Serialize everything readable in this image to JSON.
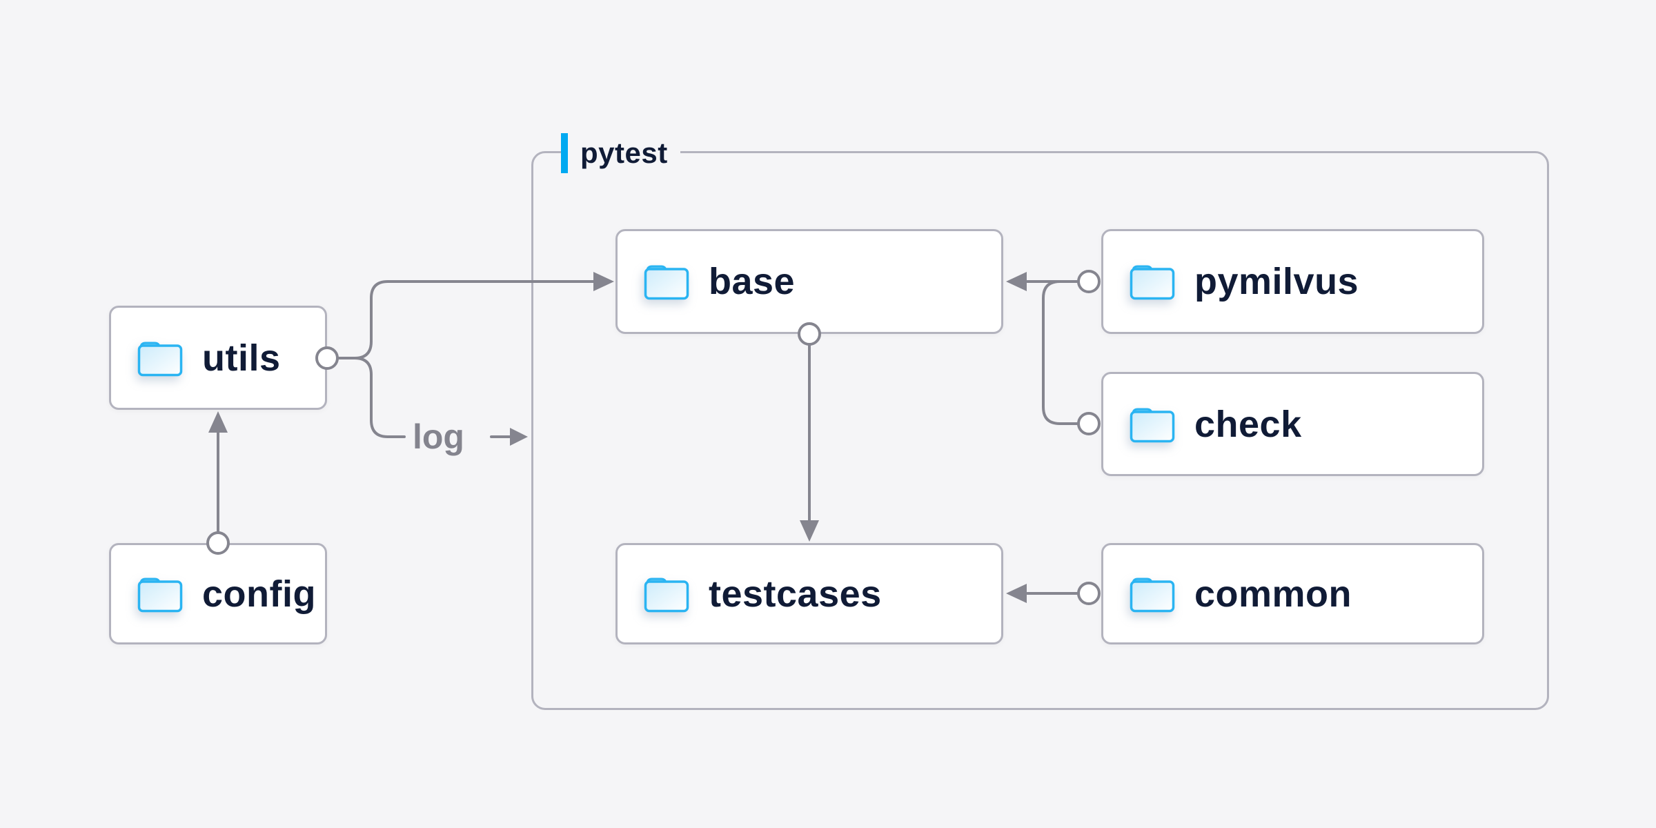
{
  "diagram": {
    "title_group": {
      "label": "pytest"
    },
    "nodes": [
      {
        "id": "utils",
        "label": "utils"
      },
      {
        "id": "config",
        "label": "config"
      },
      {
        "id": "base",
        "label": "base"
      },
      {
        "id": "pymilvus",
        "label": "pymilvus"
      },
      {
        "id": "check",
        "label": "check"
      },
      {
        "id": "testcases",
        "label": "testcases"
      },
      {
        "id": "common",
        "label": "common"
      }
    ],
    "labels": {
      "log": "log"
    },
    "edges": [
      {
        "from": "config",
        "to": "utils",
        "marker_from": "circle",
        "marker_to": "arrow"
      },
      {
        "from": "utils",
        "to": "base",
        "marker_from": "circle",
        "marker_to": "arrow"
      },
      {
        "from": "utils",
        "to": "log",
        "marker_from": "circle",
        "marker_to": "arrow",
        "note": "log output toward pytest group"
      },
      {
        "from": "pymilvus",
        "to": "base",
        "marker_from": "circle",
        "marker_to": "arrow"
      },
      {
        "from": "check",
        "to": "base",
        "marker_from": "circle",
        "marker_to": "arrow"
      },
      {
        "from": "base",
        "to": "testcases",
        "marker_from": "circle",
        "marker_to": "arrow"
      },
      {
        "from": "common",
        "to": "testcases",
        "marker_from": "circle",
        "marker_to": "arrow"
      }
    ],
    "colors": {
      "background": "#f5f5f7",
      "node_fill": "#ffffff",
      "node_border": "#b3b3be",
      "text": "#101b36",
      "edge": "#85858f",
      "accent_blue": "#00a9f1",
      "folder_blue": "#2ab4f2",
      "edge_label": "#84848e"
    }
  }
}
